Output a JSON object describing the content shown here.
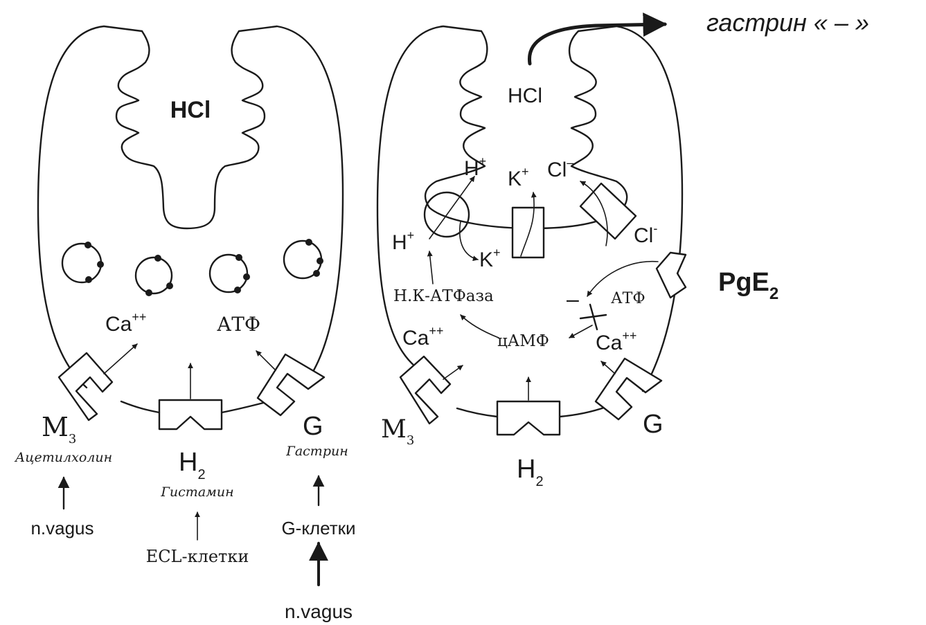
{
  "left_cell": {
    "hcl": "HCl",
    "ca": "Ca",
    "ca_sup": "++",
    "atf": "АТФ",
    "m": "M",
    "m_sub": "3",
    "h": "H",
    "h_sub": "2",
    "g": "G",
    "acetylcholine": "Ацетилхолин",
    "histamine": "Гистамин",
    "gastrin": "Гастрин",
    "n_vagus_left": "n.vagus",
    "ecl_cells": "ECL-клетки",
    "g_cells": "G-клетки",
    "n_vagus_bottom": "n.vagus"
  },
  "right_cell": {
    "hcl": "HCl",
    "h_top": "H",
    "h_top_sup": "+",
    "k_top": "K",
    "k_top_sup": "+",
    "cl_top": "Cl",
    "cl_top_sup": "–",
    "h_left": "H",
    "h_left_sup": "+",
    "k_mid": "K",
    "k_mid_sup": "+",
    "cl_right": "Cl",
    "cl_right_sup": "-",
    "hk_atpase": "Н.К-АТФаза",
    "minus": "–",
    "atf": "АТФ",
    "ca_left": "Ca",
    "ca_left_sup": "++",
    "camp": "цАМФ",
    "ca_right": "Ca",
    "ca_right_sup": "++",
    "m": "M",
    "m_sub": "3",
    "h": "H",
    "h_sub": "2",
    "g": "G"
  },
  "gastrin_feedback": "гастрин « – »",
  "pge": "PgE",
  "pge_sub": "2"
}
